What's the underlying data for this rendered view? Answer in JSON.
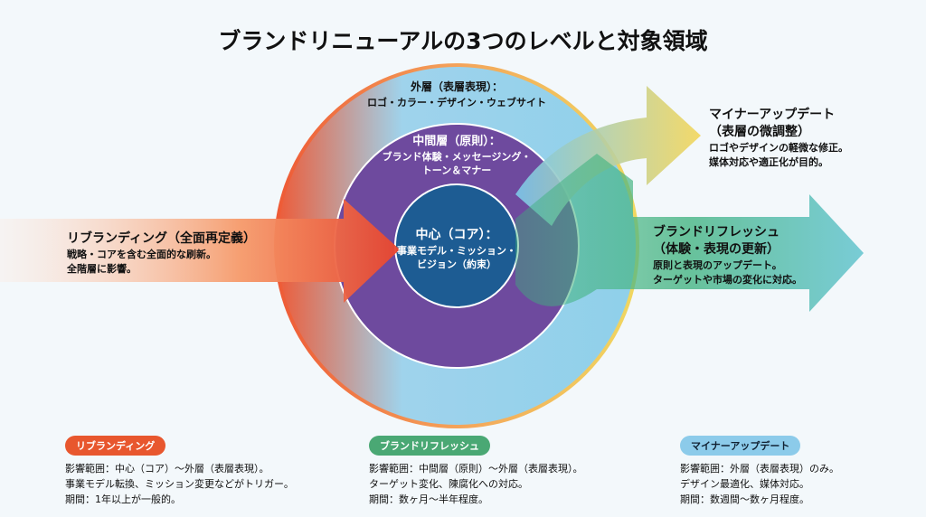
{
  "title": "ブランドリニューアルの3つのレベルと対象領域",
  "layers": {
    "outer": {
      "title": "外層（表層表現）：",
      "desc": "ロゴ・カラー・デザイン・ウェブサイト"
    },
    "middle": {
      "title": "中間層（原則）：",
      "desc1": "ブランド体験・メッセージング・",
      "desc2": "トーン＆マナー"
    },
    "core": {
      "title": "中心（コア）：",
      "desc1": "事業モデル・ミッション・",
      "desc2": "ビジョン（約束）"
    }
  },
  "arrows": {
    "rebranding": {
      "title": "リブランディング（全面再定義）",
      "line1": "戦略・コアを含む全面的な刷新。",
      "line2": "全階層に影響。"
    },
    "refresh": {
      "title": "ブランドリフレッシュ",
      "subtitle": "（体験・表現の更新）",
      "line1": "原則と表現のアップデート。",
      "line2": "ターゲットや市場の変化に対応。"
    },
    "minor": {
      "title": "マイナーアップデート",
      "subtitle": "（表層の微調整）",
      "line1": "ロゴやデザインの軽微な修正。",
      "line2": "媒体対応や適正化が目的。"
    }
  },
  "notes": [
    {
      "badge": "リブランディング",
      "color": "#e8572e",
      "lines": [
        "影響範囲：中心（コア）〜外層（表層表現）。",
        "事業モデル転換、ミッション変更などがトリガー。",
        "期間：1年以上が一般的。"
      ]
    },
    {
      "badge": "ブランドリフレッシュ",
      "color": "#4aa874",
      "lines": [
        "影響範囲：中間層（原則）〜外層（表層表現）。",
        "ターゲット変化、陳腐化への対応。",
        "期間：数ヶ月〜半年程度。"
      ]
    },
    {
      "badge": "マイナーアップデート",
      "color": "#8ccbea",
      "lines": [
        "影響範囲：外層（表層表現）のみ。",
        "デザイン最適化、媒体対応。",
        "期間：数週間〜数ヶ月程度。"
      ]
    }
  ]
}
